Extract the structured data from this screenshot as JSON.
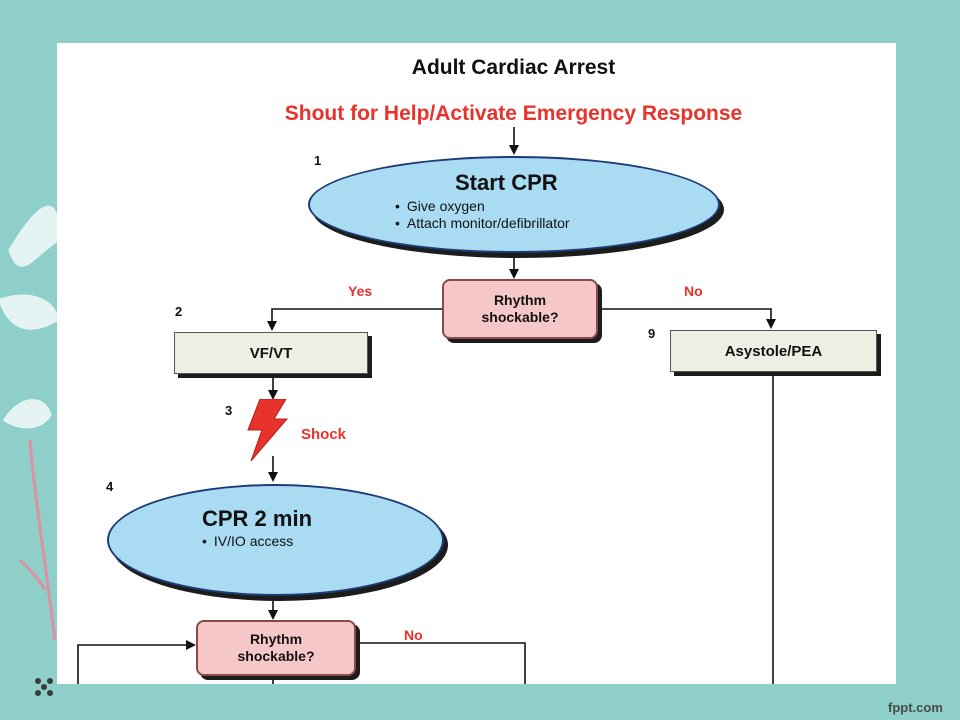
{
  "title": "Adult Cardiac Arrest",
  "subtitle": "Shout for Help/Activate Emergency Response",
  "steps": {
    "n1": "1",
    "n2": "2",
    "n3": "3",
    "n4": "4",
    "n9": "9"
  },
  "start_cpr": {
    "title": "Start CPR",
    "bullets": [
      "Give oxygen",
      "Attach monitor/defibrillator"
    ]
  },
  "decision1": {
    "label": "Rhythm shockable?",
    "yes": "Yes",
    "no": "No"
  },
  "vf_vt": "VF/VT",
  "asystole": "Asystole/PEA",
  "shock": "Shock",
  "cpr2": {
    "title": "CPR 2 min",
    "bullets": [
      "IV/IO access"
    ]
  },
  "decision2": {
    "label": "Rhythm shockable?",
    "no": "No"
  },
  "footer": "fppt.com",
  "colors": {
    "background": "#8fcfca",
    "ellipse_fill": "#a9dcf2",
    "decision_fill": "#f6c7c8",
    "box_fill": "#eeeee3",
    "accent_red": "#e8322c"
  }
}
